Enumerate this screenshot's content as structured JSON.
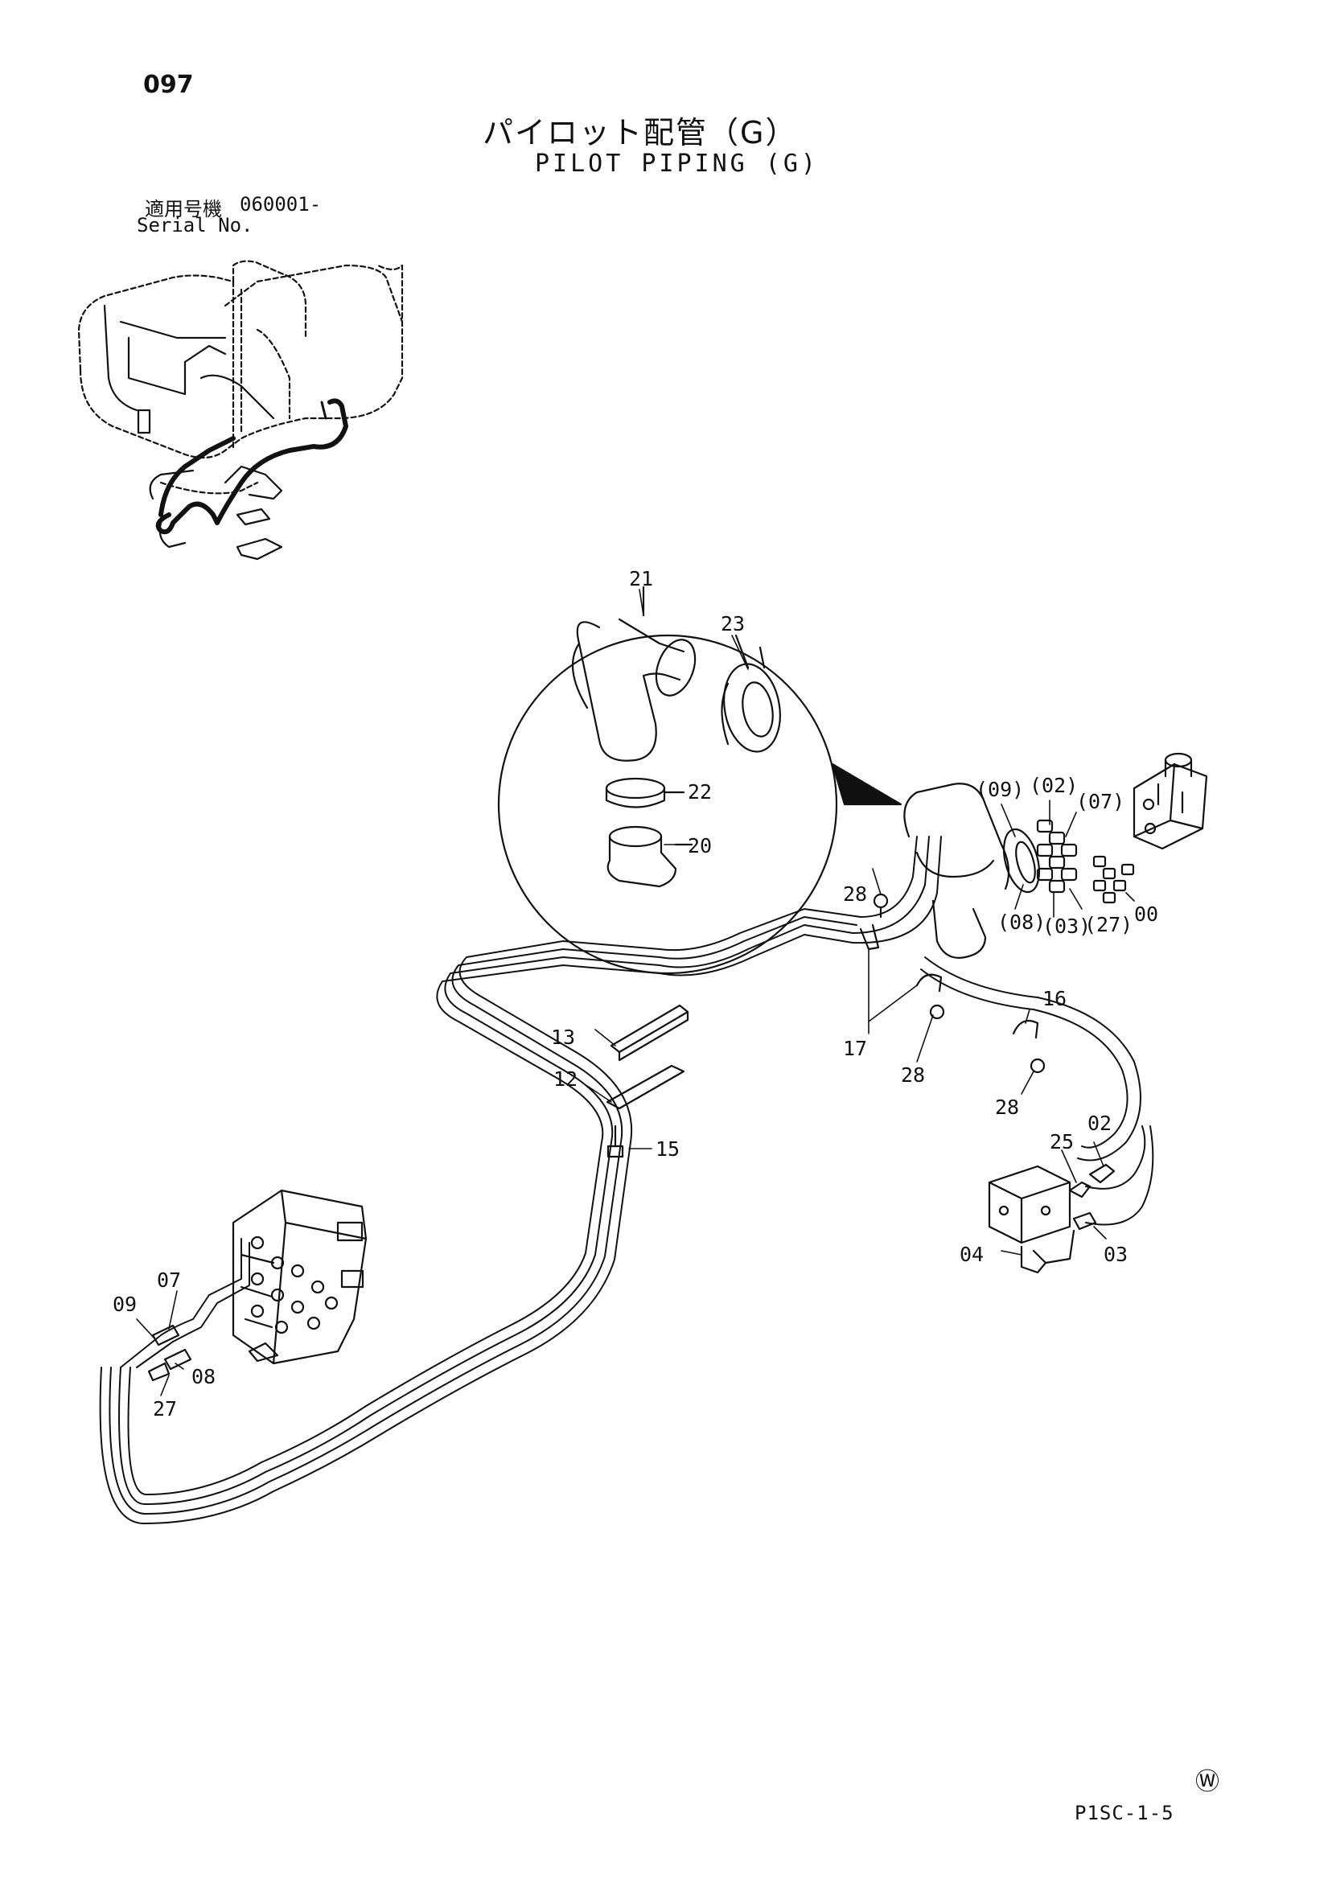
{
  "page": {
    "number": "097",
    "title_jp": "パイロット配管（G）",
    "title_en": "PILOT PIPING (G)",
    "serial_label_jp": "適用号機",
    "serial_value": "060001-",
    "serial_label_en": "Serial No.",
    "w_mark": "Ⓦ",
    "footer_code": "P1SC-1-5"
  },
  "diagram": {
    "callouts": [
      {
        "id": "c21",
        "label": "21"
      },
      {
        "id": "c23",
        "label": "23"
      },
      {
        "id": "c22",
        "label": "22"
      },
      {
        "id": "c20",
        "label": "20"
      },
      {
        "id": "c09p",
        "label": "(09)"
      },
      {
        "id": "c02p",
        "label": "(02)"
      },
      {
        "id": "c07p",
        "label": "(07)"
      },
      {
        "id": "c00",
        "label": "00"
      },
      {
        "id": "c08p",
        "label": "(08)"
      },
      {
        "id": "c03p",
        "label": "(03)"
      },
      {
        "id": "c27p",
        "label": "(27)"
      },
      {
        "id": "c28a",
        "label": "28"
      },
      {
        "id": "c16",
        "label": "16"
      },
      {
        "id": "c13",
        "label": "13"
      },
      {
        "id": "c12",
        "label": "12"
      },
      {
        "id": "c17",
        "label": "17"
      },
      {
        "id": "c28b",
        "label": "28"
      },
      {
        "id": "c28c",
        "label": "28"
      },
      {
        "id": "c15",
        "label": "15"
      },
      {
        "id": "c25",
        "label": "25"
      },
      {
        "id": "c02",
        "label": "02"
      },
      {
        "id": "c04",
        "label": "04"
      },
      {
        "id": "c03",
        "label": "03"
      },
      {
        "id": "c07",
        "label": "07"
      },
      {
        "id": "c09",
        "label": "09"
      },
      {
        "id": "c08",
        "label": "08"
      },
      {
        "id": "c27",
        "label": "27"
      }
    ]
  }
}
